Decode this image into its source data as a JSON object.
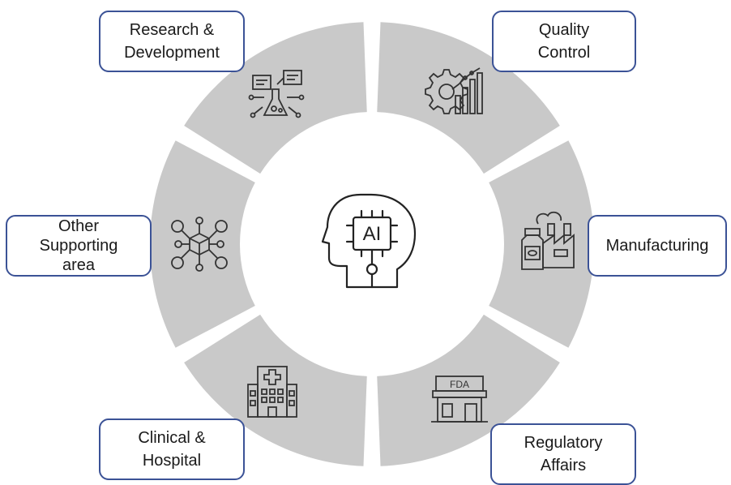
{
  "center": {
    "icon": "ai-head-chip-icon",
    "text": "AI"
  },
  "segments": [
    {
      "id": "rnd",
      "lines": [
        "Research &",
        "Development"
      ],
      "icon": "lab-flask-documents-icon"
    },
    {
      "id": "qc",
      "lines": [
        "Quality",
        "Control"
      ],
      "icon": "gear-bar-chart-icon"
    },
    {
      "id": "mfg",
      "lines": [
        "Manufacturing"
      ],
      "icon": "factory-medicine-bottle-icon"
    },
    {
      "id": "reg",
      "lines": [
        "Regulatory",
        "Affairs"
      ],
      "icon": "fda-building-icon",
      "icon_text": "FDA"
    },
    {
      "id": "clinical",
      "lines": [
        "Clinical &",
        "Hospital"
      ],
      "icon": "hospital-building-icon"
    },
    {
      "id": "other",
      "lines": [
        "Other",
        "Supporting",
        "area"
      ],
      "icon": "network-cube-icon"
    }
  ],
  "colors": {
    "ring": "#c9c9c9",
    "box_border": "#3b5296",
    "icon_stroke": "#333333"
  }
}
